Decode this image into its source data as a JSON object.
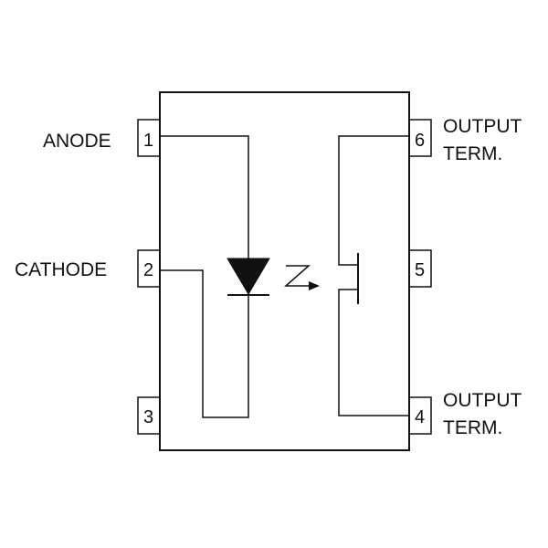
{
  "labels": {
    "anode": "ANODE",
    "cathode": "CATHODE",
    "output_term_top_line1": "OUTPUT",
    "output_term_top_line2": "TERM.",
    "output_term_bottom_line1": "OUTPUT",
    "output_term_bottom_line2": "TERM."
  },
  "pins": {
    "p1": "1",
    "p2": "2",
    "p3": "3",
    "p4": "4",
    "p5": "5",
    "p6": "6"
  },
  "colors": {
    "line": "#111111",
    "background": "#ffffff"
  }
}
